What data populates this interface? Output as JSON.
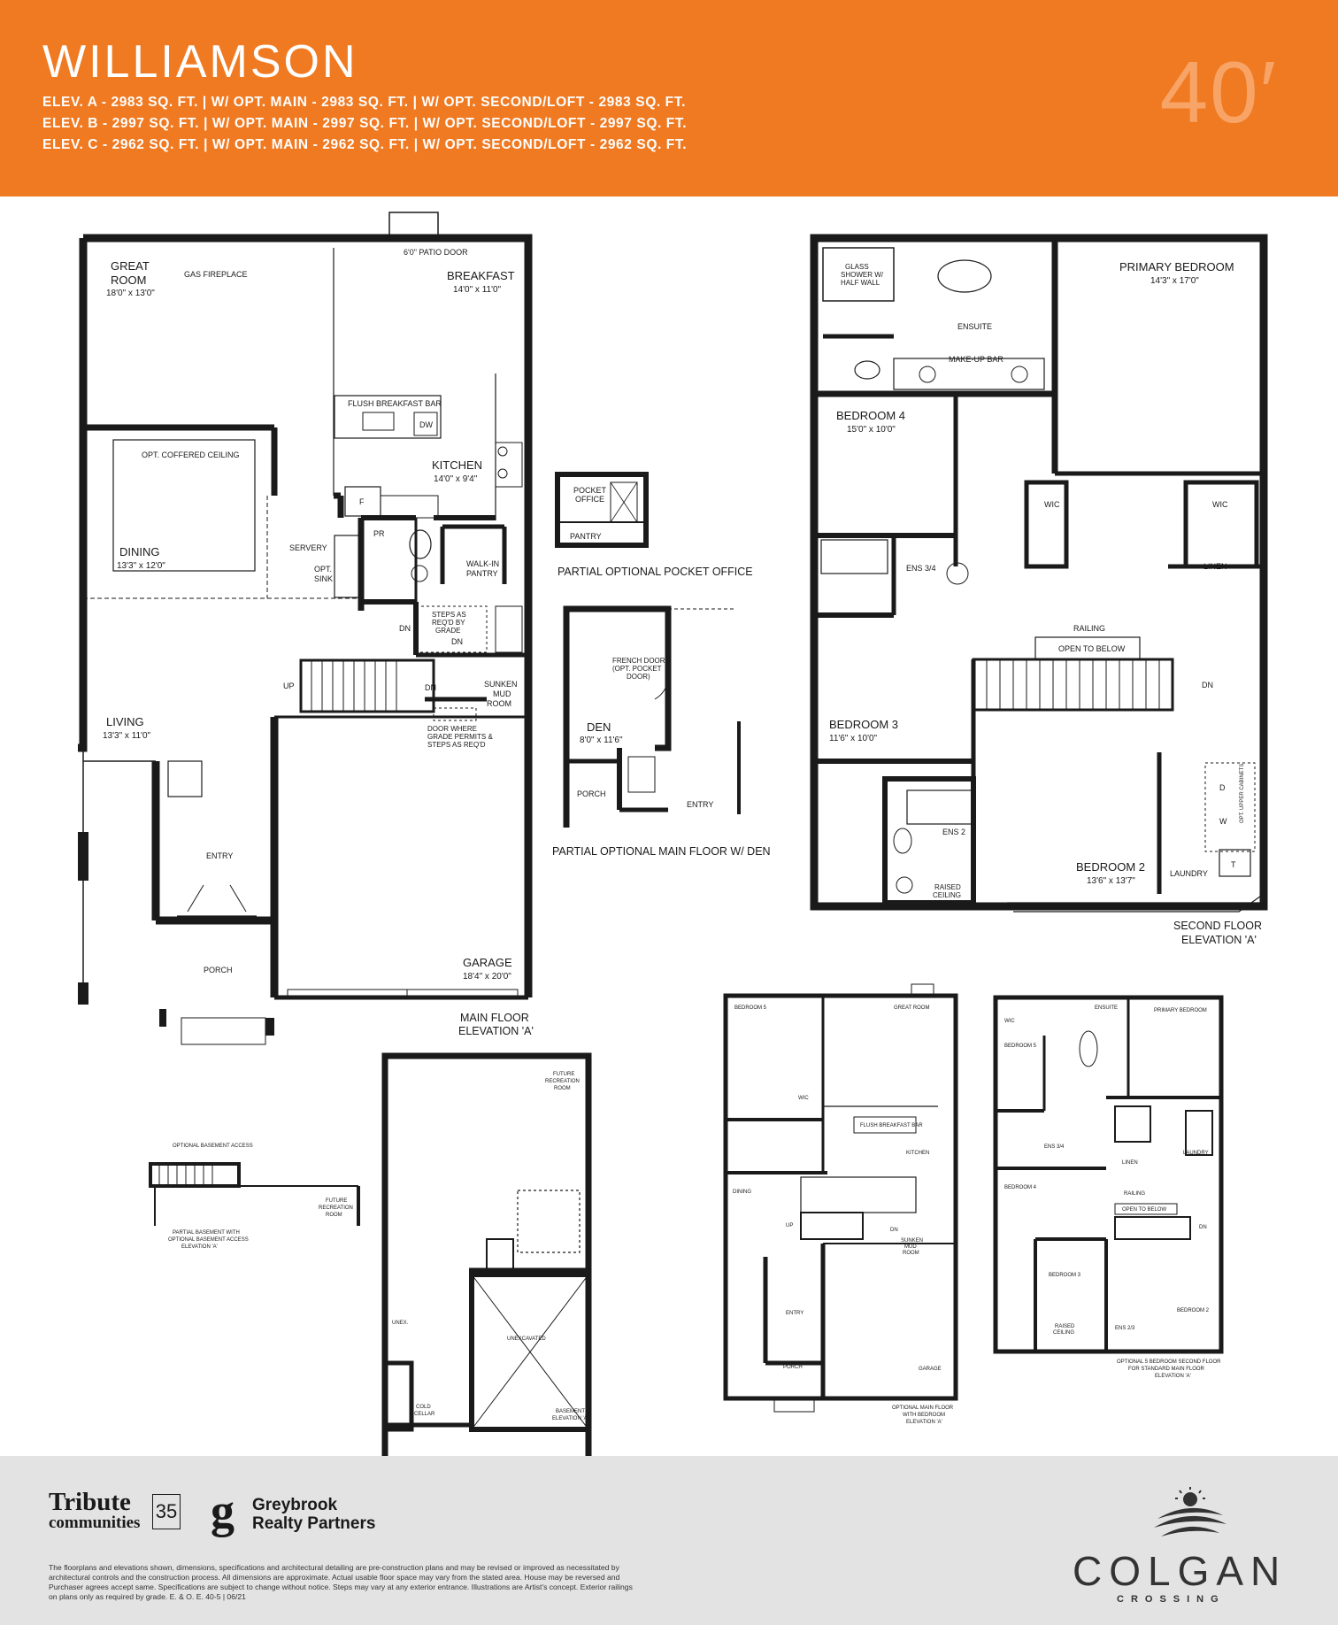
{
  "header": {
    "title": "WILLIAMSON",
    "lot_size": "40′",
    "elevations": [
      "ELEV. A - 2983 SQ. FT. | W/ OPT. MAIN - 2983 SQ. FT. | W/ OPT. SECOND/LOFT - 2983 SQ. FT.",
      "ELEV. B - 2997 SQ. FT. | W/ OPT. MAIN - 2997 SQ. FT. | W/ OPT. SECOND/LOFT - 2997 SQ. FT.",
      "ELEV. C - 2962 SQ. FT. | W/ OPT. MAIN - 2962 SQ. FT. | W/ OPT. SECOND/LOFT - 2962 SQ. FT."
    ]
  },
  "main_floor": {
    "great_room": "GREAT",
    "great_room2": "ROOM",
    "great_room_dim": "18'0\" x 13'0\"",
    "gas_fireplace": "GAS FIREPLACE",
    "patio_door": "6'0\" PATIO DOOR",
    "breakfast": "BREAKFAST",
    "breakfast_dim": "14'0\" x 11'0\"",
    "flush_bar": "FLUSH BREAKFAST BAR",
    "dw": "DW",
    "kitchen": "KITCHEN",
    "kitchen_dim": "14'0\" x 9'4\"",
    "fridge": "F",
    "coffered": "OPT. COFFERED CEILING",
    "dining": "DINING",
    "dining_dim": "13'3\" x 12'0\"",
    "servery": "SERVERY",
    "opt_sink": "OPT.",
    "opt_sink2": "SINK",
    "pr": "PR",
    "walkin_pantry": "WALK-IN",
    "walkin_pantry2": "PANTRY",
    "steps": "STEPS AS",
    "steps2": "REQ'D BY",
    "steps3": "GRADE",
    "dn": "DN",
    "up": "UP",
    "sunken_mud": "SUNKEN",
    "sunken_mud2": "MUD",
    "sunken_mud3": "ROOM",
    "door_grade": "DOOR WHERE",
    "door_grade2": "GRADE PERMITS &",
    "door_grade3": "STEPS AS REQ'D",
    "living": "LIVING",
    "living_dim": "13'3\" x 11'0\"",
    "entry": "ENTRY",
    "porch": "PORCH",
    "garage": "GARAGE",
    "garage_dim": "18'4\" x 20'0\"",
    "caption": "MAIN FLOOR",
    "caption2": "ELEVATION 'A'"
  },
  "pocket_office": {
    "label": "POCKET",
    "label2": "OFFICE",
    "pantry": "PANTRY",
    "caption": "PARTIAL OPTIONAL POCKET OFFICE"
  },
  "den_option": {
    "french_door": "FRENCH DOOR",
    "french_door2": "(OPT. POCKET",
    "french_door3": "DOOR)",
    "den": "DEN",
    "den_dim": "8'0\" x 11'6\"",
    "porch": "PORCH",
    "entry": "ENTRY",
    "caption": "PARTIAL OPTIONAL MAIN FLOOR W/ DEN"
  },
  "second_floor": {
    "glass_shower": "GLASS",
    "glass_shower2": "SHOWER W/",
    "glass_shower3": "HALF WALL",
    "ensuite": "ENSUITE",
    "makeup_bar": "MAKE-UP BAR",
    "primary": "PRIMARY BEDROOM",
    "primary_dim": "14'3\" x 17'0\"",
    "bedroom4": "BEDROOM 4",
    "bedroom4_dim": "15'0\" x 10'0\"",
    "wic": "WIC",
    "linen": "LINEN",
    "ens34": "ENS 3/4",
    "railing": "RAILING",
    "open_below": "OPEN TO BELOW",
    "dn": "DN",
    "bedroom3": "BEDROOM 3",
    "bedroom3_dim": "11'6\" x 10'0\"",
    "ens2": "ENS 2",
    "raised": "RAISED",
    "raised2": "CEILING",
    "bedroom2": "BEDROOM 2",
    "bedroom2_dim": "13'6\" x 13'7\"",
    "laundry": "LAUNDRY",
    "d": "D",
    "w": "W",
    "t": "T",
    "opt_upper": "OPT. UPPER CABINETS",
    "caption": "SECOND FLOOR",
    "caption2": "ELEVATION 'A'"
  },
  "partial_basement": {
    "note": "OPTIONAL BASEMENT ACCESS",
    "future": "FUTURE",
    "future2": "RECREATION",
    "future3": "ROOM",
    "caption": "PARTIAL BASEMENT WITH",
    "caption2": "OPTIONAL BASEMENT ACCESS",
    "caption3": "ELEVATION 'A'"
  },
  "basement": {
    "future": "FUTURE",
    "future2": "RECREATION",
    "future3": "ROOM",
    "unexcavated": "UNEXCAVATED",
    "unex": "UNEX.",
    "cold": "COLD",
    "cold2": "CELLAR",
    "caption": "BASEMENT",
    "caption2": "ELEVATION 'A'"
  },
  "opt_main_bed": {
    "bedroom5": "BEDROOM 5",
    "great_room": "GREAT ROOM",
    "wic": "WIC",
    "kitchen": "KITCHEN",
    "flush_bar": "FLUSH BREAKFAST BAR",
    "dining": "DINING",
    "entry": "ENTRY",
    "porch": "PORCH",
    "garage": "GARAGE",
    "sunken": "SUNKEN",
    "mud": "MUD",
    "room": "ROOM",
    "up": "UP",
    "dn": "DN",
    "caption": "OPTIONAL MAIN FLOOR",
    "caption2": "WITH BEDROOM",
    "caption3": "ELEVATION 'A'"
  },
  "opt_second_5bed": {
    "primary": "PRIMARY BEDROOM",
    "ensuite": "ENSUITE",
    "bedroom5": "BEDROOM 5",
    "wic": "WIC",
    "ens34": "ENS 3/4",
    "laundry": "LAUNDRY",
    "linen": "LINEN",
    "bedroom4": "BEDROOM 4",
    "railing": "RAILING",
    "open_below": "OPEN TO BELOW",
    "bedroom3": "BEDROOM 3",
    "bedroom2": "BEDROOM 2",
    "ens23": "ENS 2/3",
    "dn": "DN",
    "raised": "RAISED",
    "ceiling": "CEILING",
    "caption": "OPTIONAL 5 BEDROOM SECOND FLOOR",
    "caption2": "FOR STANDARD MAIN FLOOR",
    "caption3": "ELEVATION 'A'"
  },
  "footer": {
    "tribute": "Tribute",
    "communities": "communities",
    "years": "35",
    "greybrook_g": "g",
    "greybrook": "Greybrook",
    "realty": "Realty Partners",
    "disclaimer": "The floorplans and elevations shown, dimensions, specifications and architectural detailing are pre-construction plans and may be revised or improved as necessitated by architectural controls and the construction process. All dimensions are approximate. Actual usable floor space may vary from the stated area. House may be reversed and Purchaser agrees accept same. Specifications are subject to change without notice. Steps may vary at any exterior entrance. Illustrations are Artist's concept. Exterior railings on plans only as required by grade. E. & O. E. 40-5 | 06/21",
    "colgan": "COLGAN",
    "crossing": "CROSSING"
  }
}
